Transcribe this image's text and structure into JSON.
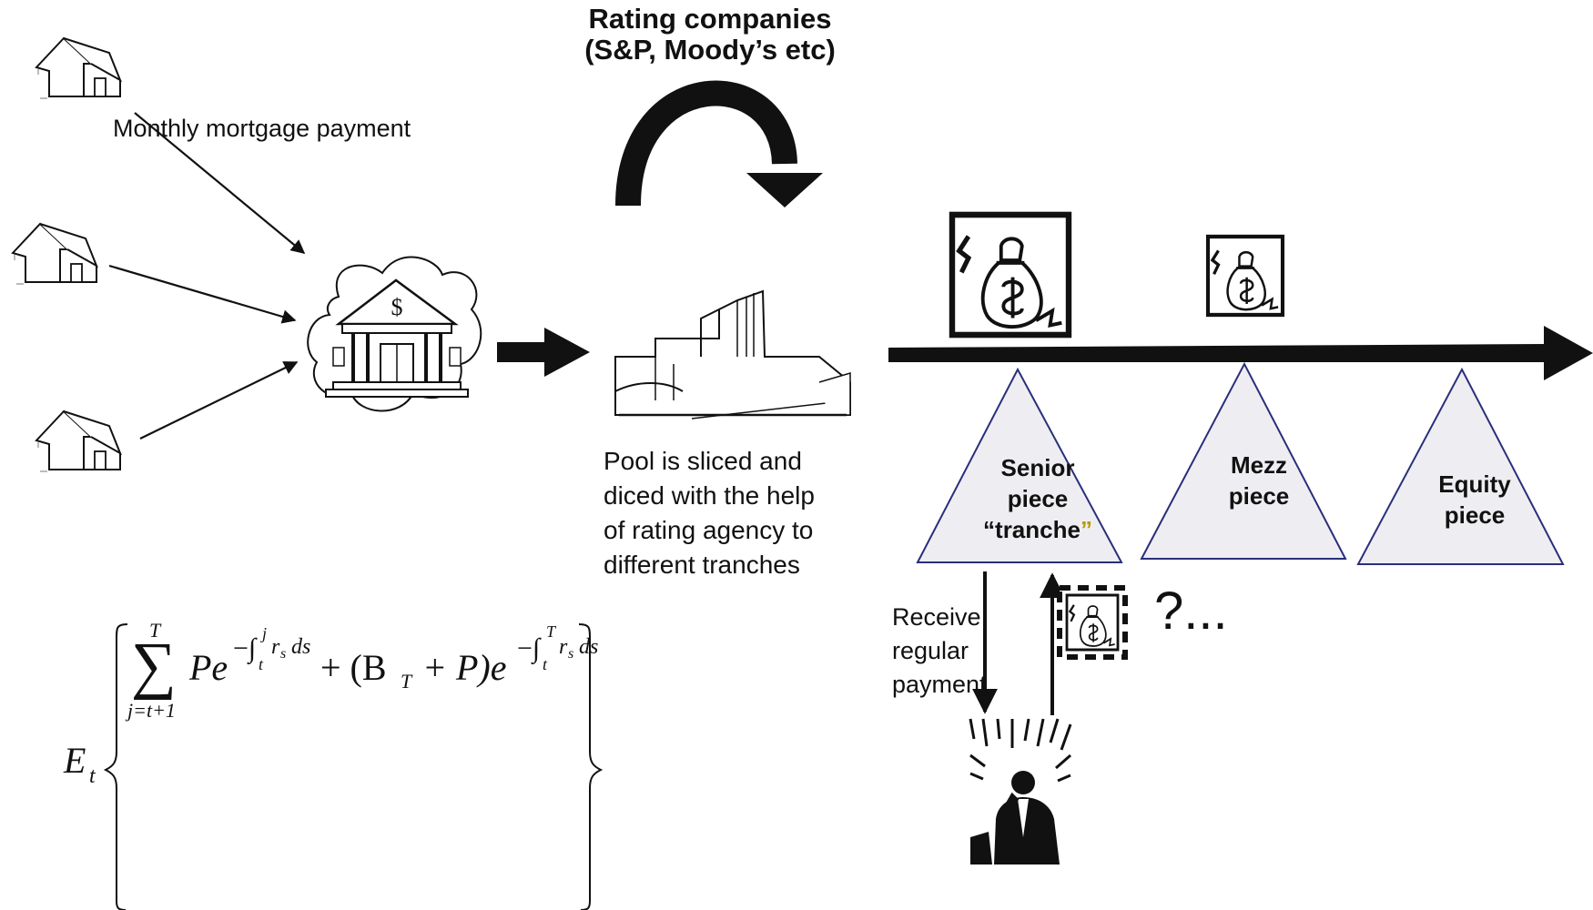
{
  "title": {
    "line1": "Rating companies",
    "line2": "(S&P, Moody’s etc)"
  },
  "mortgage_label": "Monthly mortgage payment",
  "pool_text": {
    "line1": "Pool is sliced and",
    "line2": "diced with the help",
    "line3": "of rating agency to",
    "line4": "different tranches"
  },
  "tranches": {
    "senior": {
      "line1": "Senior",
      "line2": "piece",
      "line3_main": "“tranche",
      "line3_close": "”"
    },
    "mezz": {
      "line1": "Mezz",
      "line2": "piece"
    },
    "equity": {
      "line1": "Equity",
      "line2": "piece"
    }
  },
  "receive": {
    "line1": "Receive",
    "line2": "regular",
    "line3": "payment"
  },
  "question": "?...",
  "formula": {
    "expectation": "E",
    "expectation_sub": "t",
    "sum_upper": "T",
    "sum_lower": "j=t+1",
    "term1": "Pe",
    "exp1": "−∫",
    "exp1_upper": "j",
    "exp1_lower": "t",
    "exp1_body": "r",
    "exp1_body_sub": "s",
    "exp1_ds": "ds",
    "plus": "+ (B",
    "bt_sub": "T",
    "plus2": "+ P)e",
    "exp2": "−∫",
    "exp2_upper": "T",
    "exp2_lower": "t",
    "exp2_body": "r",
    "exp2_body_sub": "s",
    "exp2_ds": "ds"
  },
  "colors": {
    "ink": "#111111",
    "tranche_fill": "#eeeef2",
    "tranche_stroke": "#2a2f7a",
    "accent_quote": "#b59a00"
  },
  "icons": [
    "house-icon",
    "bank-icon",
    "pool-building-icon",
    "money-bag-icon",
    "investor-photo"
  ]
}
